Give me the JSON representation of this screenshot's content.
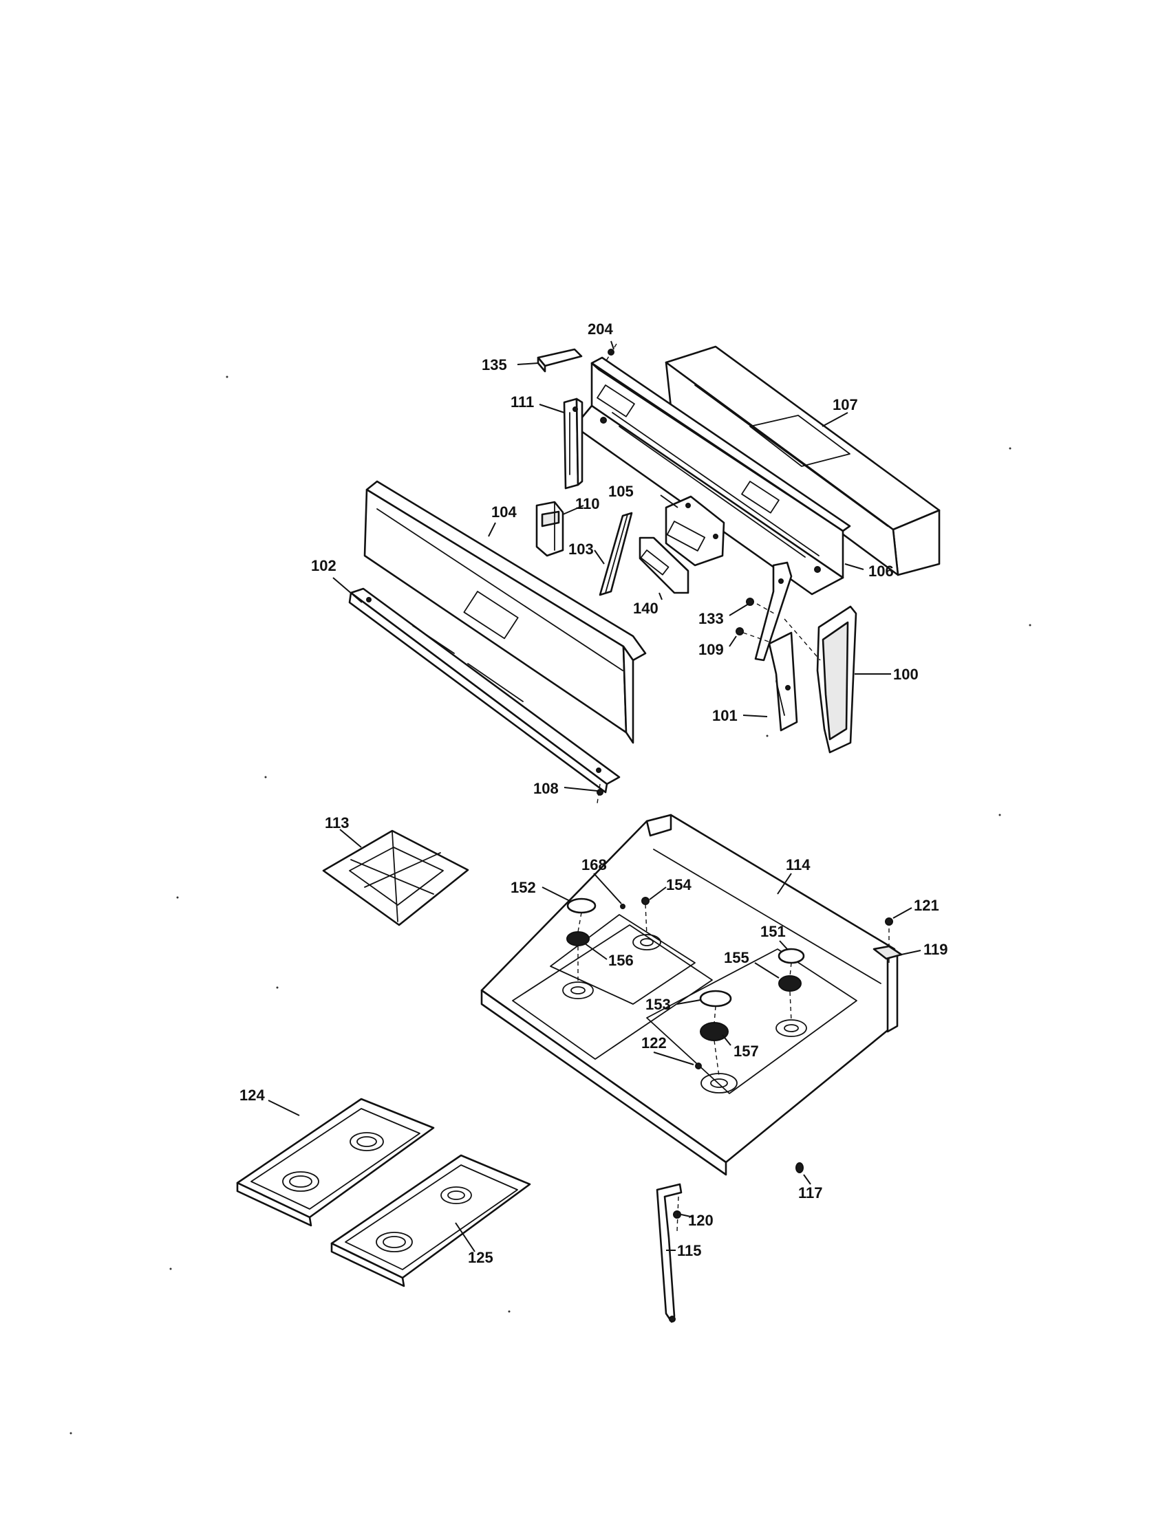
{
  "diagram": {
    "callouts": [
      {
        "id": "c204",
        "label": "204"
      },
      {
        "id": "c135",
        "label": "135"
      },
      {
        "id": "c111",
        "label": "111"
      },
      {
        "id": "c107",
        "label": "107"
      },
      {
        "id": "c110",
        "label": "110"
      },
      {
        "id": "c105",
        "label": "105"
      },
      {
        "id": "c104",
        "label": "104"
      },
      {
        "id": "c103",
        "label": "103"
      },
      {
        "id": "c106",
        "label": "106"
      },
      {
        "id": "c102",
        "label": "102"
      },
      {
        "id": "c140",
        "label": "140"
      },
      {
        "id": "c133",
        "label": "133"
      },
      {
        "id": "c109",
        "label": "109"
      },
      {
        "id": "c100",
        "label": "100"
      },
      {
        "id": "c101",
        "label": "101"
      },
      {
        "id": "c108",
        "label": "108"
      },
      {
        "id": "c113",
        "label": "113"
      },
      {
        "id": "c168",
        "label": "168"
      },
      {
        "id": "c114",
        "label": "114"
      },
      {
        "id": "c152",
        "label": "152"
      },
      {
        "id": "c154",
        "label": "154"
      },
      {
        "id": "c121",
        "label": "121"
      },
      {
        "id": "c151",
        "label": "151"
      },
      {
        "id": "c119",
        "label": "119"
      },
      {
        "id": "c156",
        "label": "156"
      },
      {
        "id": "c155",
        "label": "155"
      },
      {
        "id": "c153",
        "label": "153"
      },
      {
        "id": "c122",
        "label": "122"
      },
      {
        "id": "c157",
        "label": "157"
      },
      {
        "id": "c124",
        "label": "124"
      },
      {
        "id": "c117",
        "label": "117"
      },
      {
        "id": "c120",
        "label": "120"
      },
      {
        "id": "c115",
        "label": "115"
      },
      {
        "id": "c125",
        "label": "125"
      }
    ]
  }
}
